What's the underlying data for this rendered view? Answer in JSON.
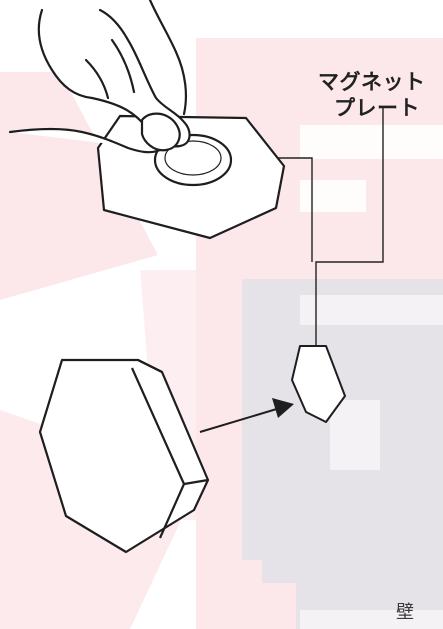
{
  "labels": {
    "magnet_plate_line1": "マグネット",
    "magnet_plate_line2": "プレート",
    "wall": "壁"
  },
  "colors": {
    "background_pink": "#fbe7ea",
    "wall_gray": "#e7e5e9",
    "line": "#222222"
  },
  "icons": {
    "hand": "hand-icon",
    "arrow": "arrow-icon"
  }
}
